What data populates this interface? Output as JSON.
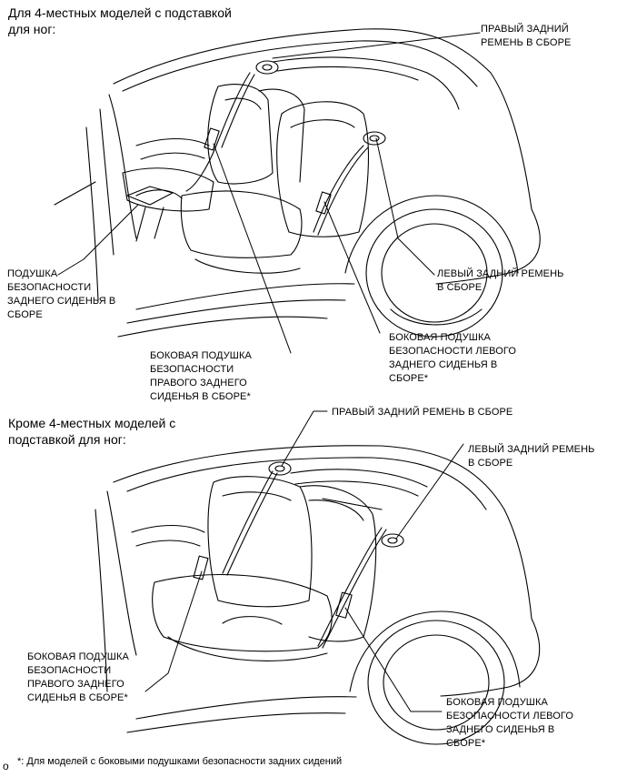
{
  "top_section": {
    "heading": "Для 4-местных моделей с подставкой\nдля ног:",
    "labels": {
      "right_rear_belt": "ПРАВЫЙ ЗАДНИЙ\nРЕМЕНЬ В СБОРЕ",
      "left_rear_belt": "ЛЕВЫЙ ЗАДНИЙ РЕМЕНЬ\nВ СБОРЕ",
      "rear_seat_airbag": "ПОДУШКА\nБЕЗОПАСНОСТИ\nЗАДНЕГО СИДЕНЬЯ В\nСБОРЕ",
      "right_side_airbag": "БОКОВАЯ ПОДУШКА\nБЕЗОПАСНОСТИ\nПРАВОГО ЗАДНЕГО\nСИДЕНЬЯ В СБОРЕ*",
      "left_side_airbag": "БОКОВАЯ ПОДУШКА\nБЕЗОПАСНОСТИ ЛЕВОГО\nЗАДНЕГО СИДЕНЬЯ В\nСБОРЕ*"
    }
  },
  "bottom_section": {
    "heading": "Кроме 4-местных моделей с\nподставкой для ног:",
    "labels": {
      "right_rear_belt": "ПРАВЫЙ ЗАДНИЙ РЕМЕНЬ В СБОРЕ",
      "left_rear_belt": "ЛЕВЫЙ ЗАДНИЙ РЕМЕНЬ\nВ СБОРЕ",
      "right_side_airbag": "БОКОВАЯ ПОДУШКА\nБЕЗОПАСНОСТИ\nПРАВОГО ЗАДНЕГО\nСИДЕНЬЯ В СБОРЕ*",
      "left_side_airbag": "БОКОВАЯ ПОДУШКА\nБЕЗОПАСНОСТИ ЛЕВОГО\nЗАДНЕГО СИДЕНЬЯ В\nСБОРЕ*"
    }
  },
  "footnote": {
    "marker": "o",
    "text": "*: Для моделей с боковыми подушками безопасности задних сидений"
  }
}
